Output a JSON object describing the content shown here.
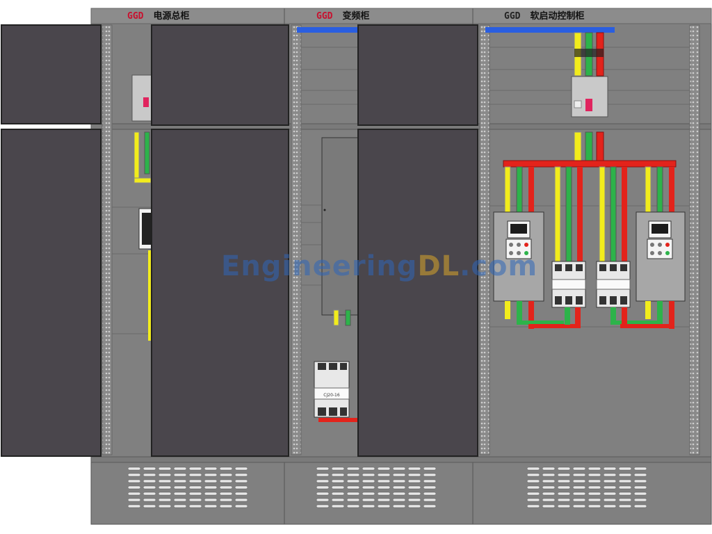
{
  "cabinets": [
    {
      "code": "GGD",
      "name": "电源总柜",
      "code_color": "#c8102e"
    },
    {
      "code": "GGD",
      "name": "变频柜",
      "code_color": "#c8102e"
    },
    {
      "code": "GGD",
      "name": "软启动控制柜",
      "code_color": "#222222"
    }
  ],
  "contactor_label": "CJ20-16",
  "watermark": {
    "blue": "Engineering",
    "gold": "DL",
    "tail": ".com"
  },
  "colors": {
    "frame": "#808080",
    "door": "#4a464c",
    "busbar_yellow": "#f2ec1c",
    "busbar_green": "#2db34a",
    "busbar_red": "#e3231b",
    "accent_blue": "#2a5ee0"
  }
}
